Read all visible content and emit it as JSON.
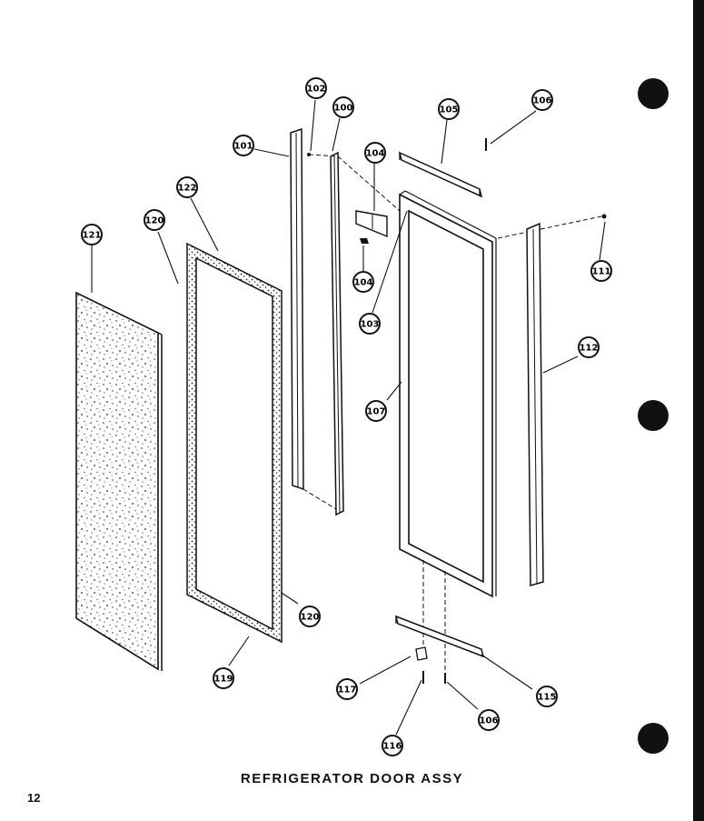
{
  "caption": "REFRIGERATOR DOOR ASSY",
  "page_number": "12",
  "callouts": [
    {
      "id": "c121",
      "label": "121"
    },
    {
      "id": "c120a",
      "label": "120"
    },
    {
      "id": "c122",
      "label": "122"
    },
    {
      "id": "c101",
      "label": "101"
    },
    {
      "id": "c102",
      "label": "102"
    },
    {
      "id": "c100",
      "label": "100"
    },
    {
      "id": "c104a",
      "label": "104"
    },
    {
      "id": "c105",
      "label": "105"
    },
    {
      "id": "c106a",
      "label": "106"
    },
    {
      "id": "c104b",
      "label": "104"
    },
    {
      "id": "c103",
      "label": "103"
    },
    {
      "id": "c111",
      "label": "111"
    },
    {
      "id": "c112",
      "label": "112"
    },
    {
      "id": "c107",
      "label": "107"
    },
    {
      "id": "c120b",
      "label": "120"
    },
    {
      "id": "c119",
      "label": "119"
    },
    {
      "id": "c117",
      "label": "117"
    },
    {
      "id": "c116",
      "label": "116"
    },
    {
      "id": "c106b",
      "label": "106"
    },
    {
      "id": "c115",
      "label": "115"
    }
  ]
}
